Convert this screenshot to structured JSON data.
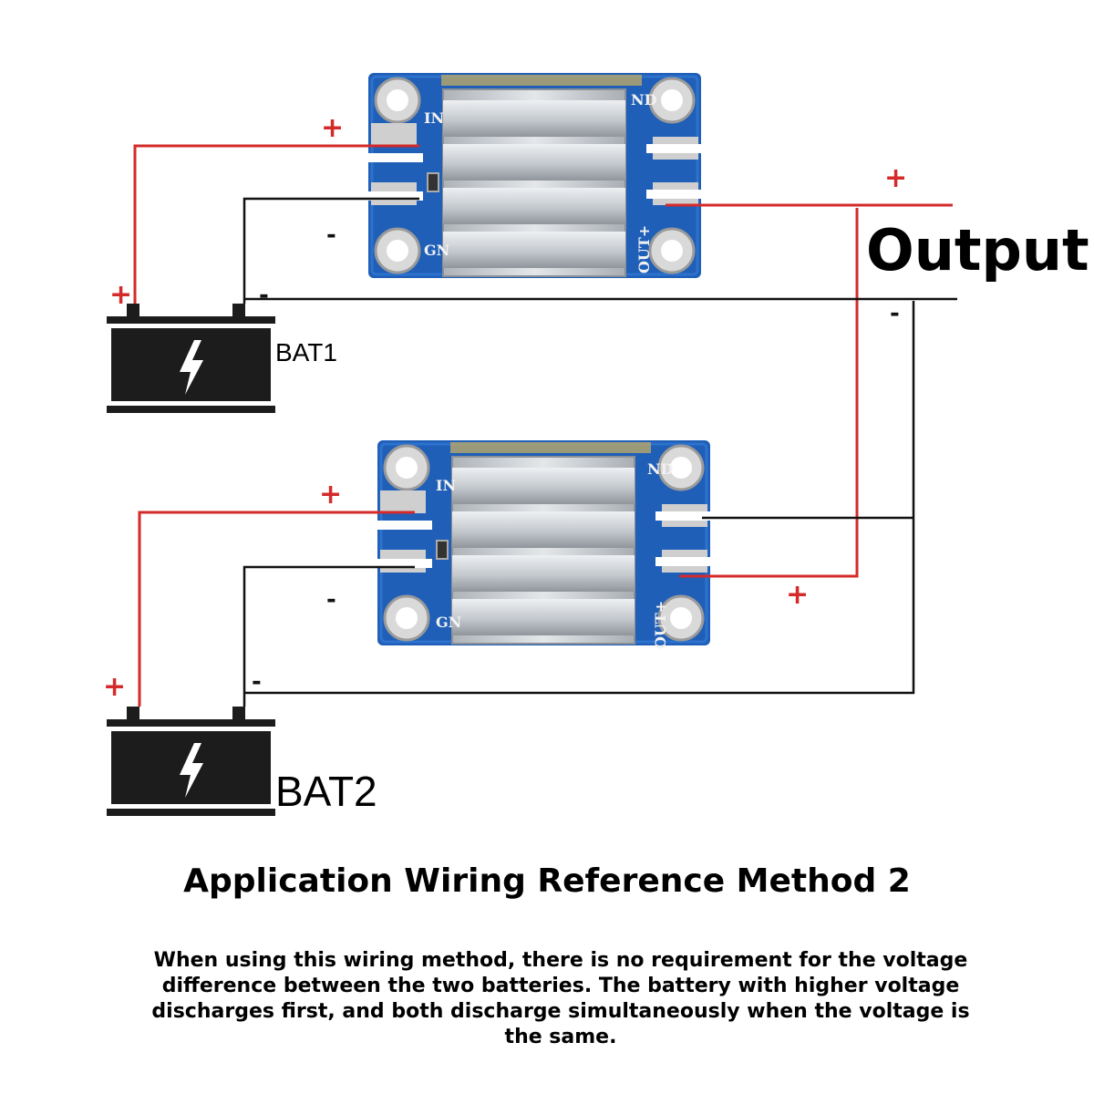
{
  "labels": {
    "output": "Output",
    "bat1": "BAT1",
    "bat2": "BAT2",
    "plus": "+",
    "minus": "-"
  },
  "module": {
    "in_label": "IN",
    "gnd_label": "GN",
    "nd_label": "ND",
    "out_label": "OUT+"
  },
  "title": "Application Wiring Reference Method 2",
  "description": "When using this wiring method, there is no requirement for the voltage difference between the two batteries. The battery with higher voltage discharges first, and both discharge simultaneously when the voltage is the same.",
  "colors": {
    "positive_wire": "#d42a2a",
    "negative_wire": "#111111",
    "pcb": "#1f5fb8",
    "heatsink": "#c9ced3",
    "battery": "#1c1c1c"
  }
}
